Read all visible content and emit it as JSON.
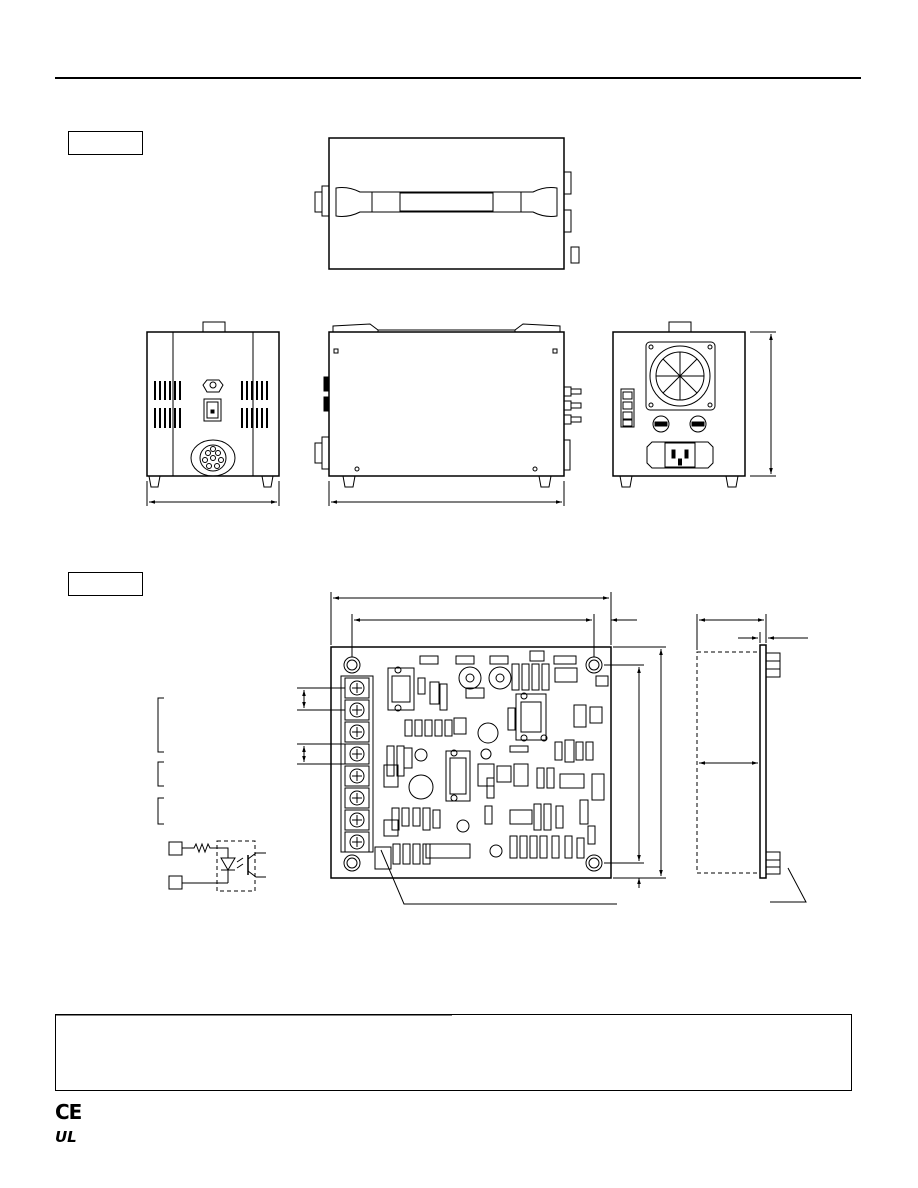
{
  "page": {
    "section_labels": [
      "",
      ""
    ]
  },
  "diagram": {
    "views": [
      "controller-top-view",
      "controller-front-view",
      "controller-side-view",
      "controller-rear-view",
      "pcb-top-view",
      "pcb-side-view",
      "input-circuit-schematic"
    ]
  },
  "certification_marks": {
    "ce": "CE",
    "ul": "UL"
  },
  "colors": {
    "line": "#000000",
    "background": "#ffffff"
  }
}
